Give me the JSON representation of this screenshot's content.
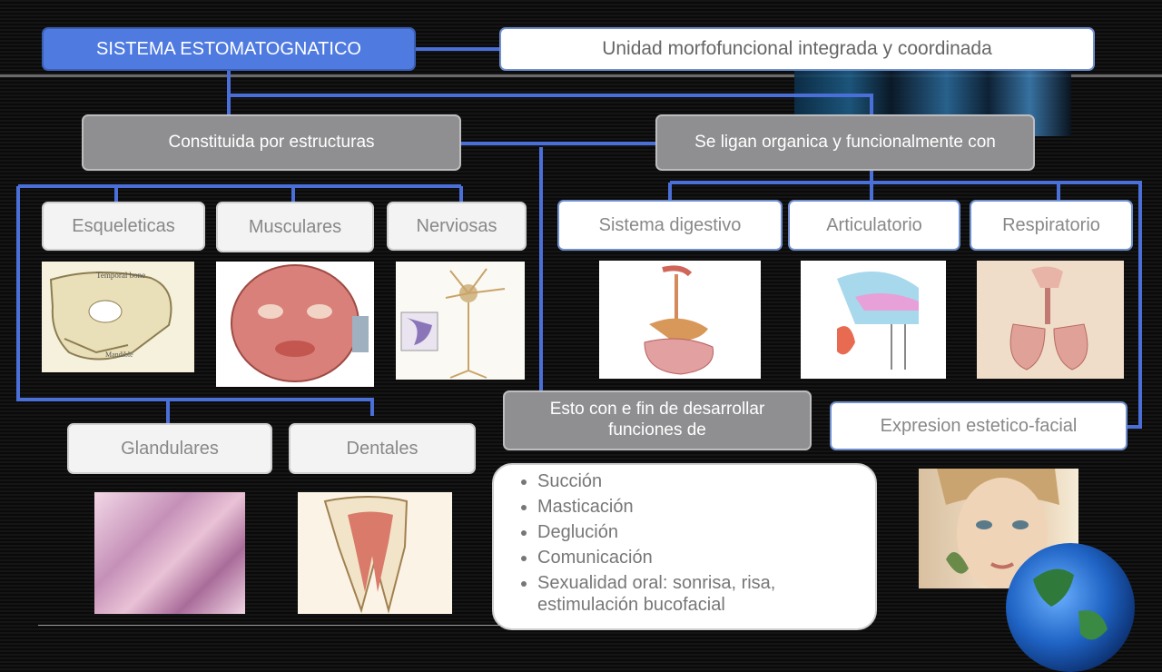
{
  "title": "SISTEMA ESTOMATOGNATICO",
  "definition": "Unidad morfofuncional integrada y coordinada",
  "constituida": "Constituida por estructuras",
  "se_ligan": "Se ligan organica y funcionalmente con",
  "structures": {
    "esqueleticas": "Esqueleticas",
    "musculares": "Musculares",
    "nerviosas": "Nerviosas",
    "glandulares": "Glandulares",
    "dentales": "Dentales"
  },
  "systems": {
    "digestivo": "Sistema digestivo",
    "articulatorio": "Articulatorio",
    "respiratorio": "Respiratorio",
    "expresion": "Expresion estetico-facial"
  },
  "esto_con": "Esto con e fin de desarrollar funciones de",
  "funciones": [
    "Succión",
    "Masticación",
    "Deglución",
    "Comunicación",
    "Sexualidad oral: sonrisa, risa, estimulación bucofacial"
  ],
  "image_labels": {
    "skull_temporal": "Temporal bone",
    "skull_mandible": "Mandible"
  },
  "colors": {
    "accent_blue": "#4f7be0",
    "connector": "#4a6fd8",
    "gray_box": "#8f8f92"
  }
}
